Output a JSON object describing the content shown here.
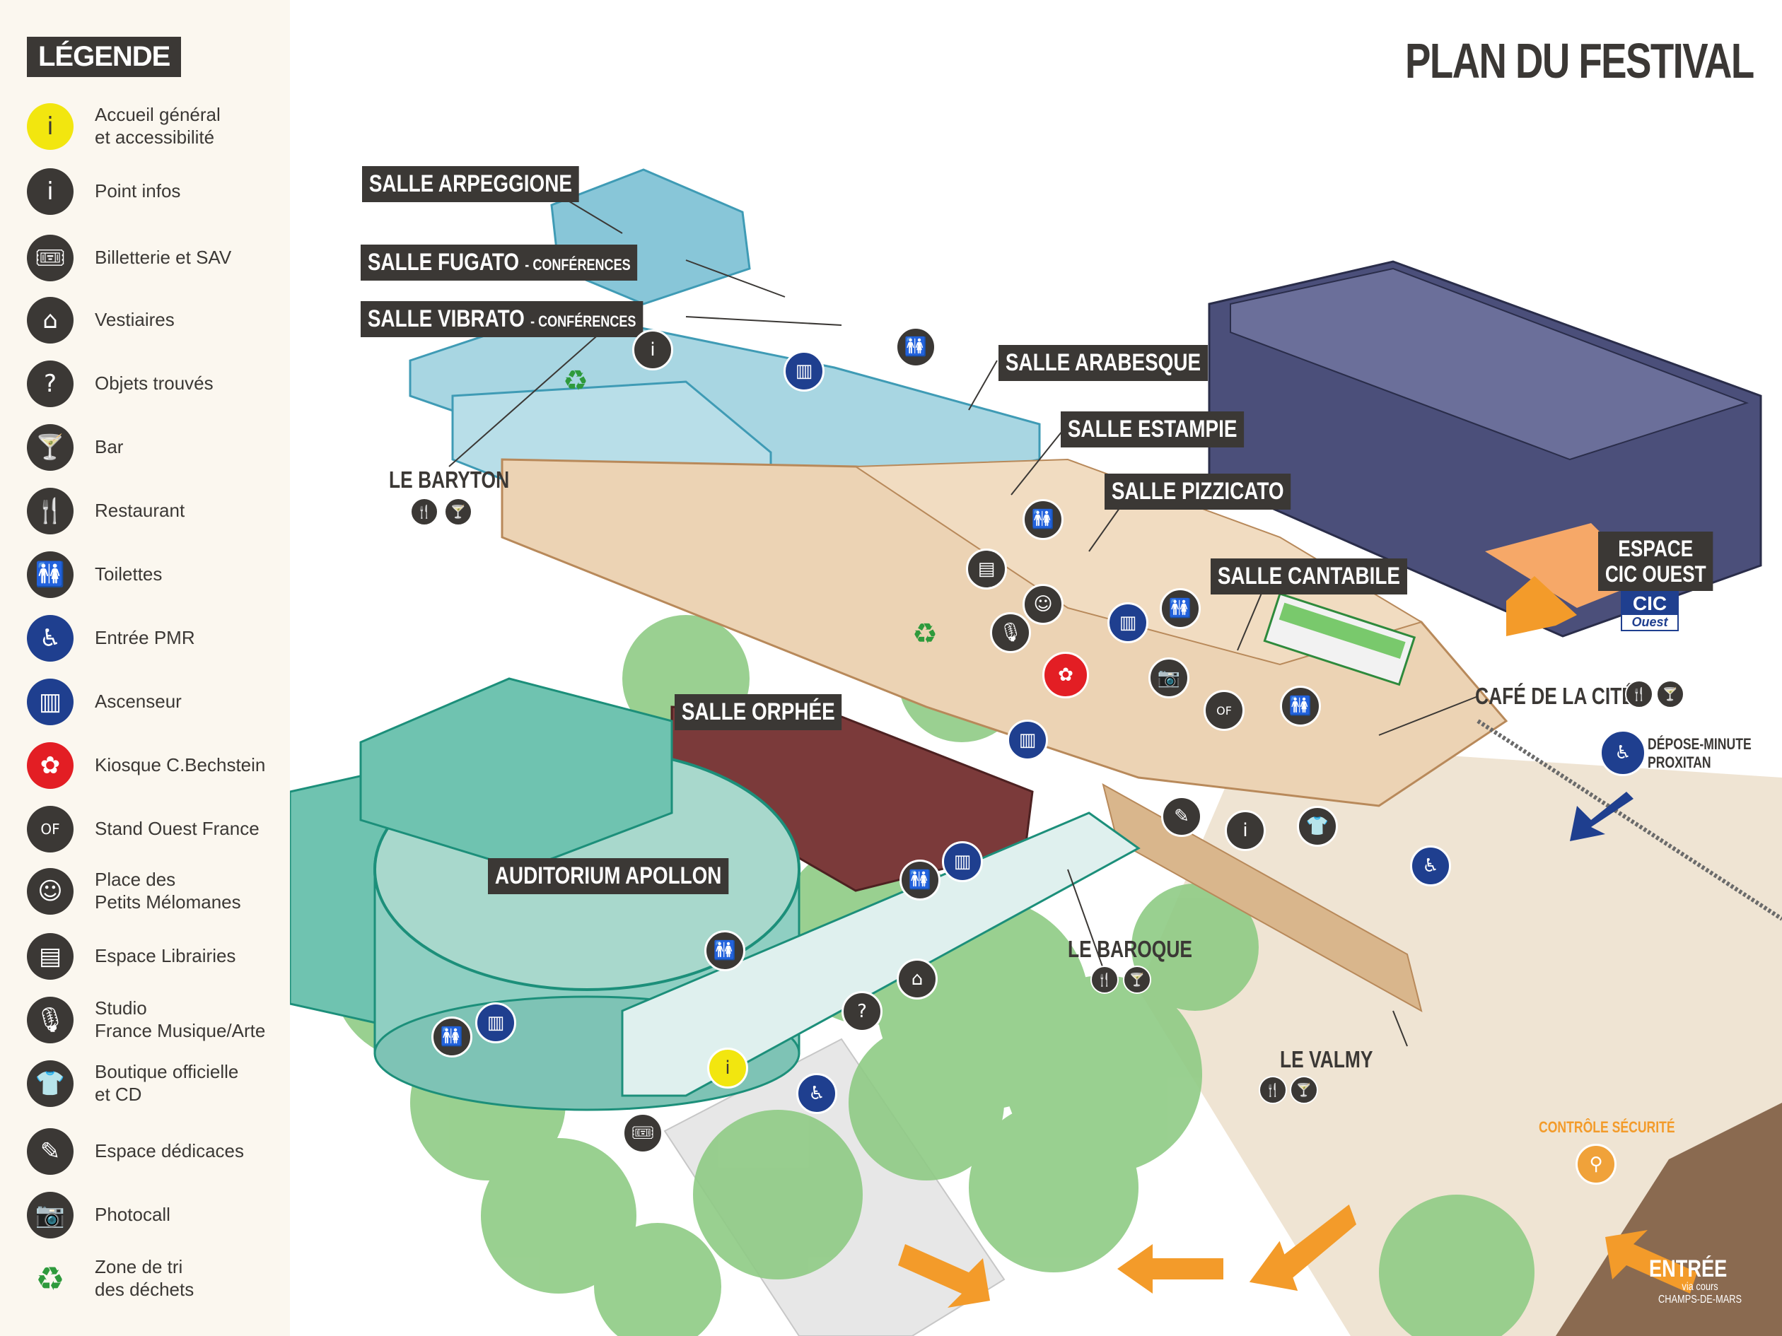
{
  "legend": {
    "title": "LÉGENDE",
    "items": [
      {
        "label1": "Accueil général",
        "label2": "et accessibilité",
        "icon": "info-icon",
        "glyph": "i",
        "color": "#f2e60f"
      },
      {
        "label1": "Point infos",
        "label2": "",
        "icon": "info-icon",
        "glyph": "i",
        "color": "#3b3835"
      },
      {
        "label1": "Billetterie et SAV",
        "label2": "",
        "icon": "ticket-icon",
        "glyph": "🎟",
        "color": "#3b3835"
      },
      {
        "label1": "Vestiaires",
        "label2": "",
        "icon": "hanger-icon",
        "glyph": "⌂",
        "color": "#3b3835"
      },
      {
        "label1": "Objets trouvés",
        "label2": "",
        "icon": "lost-box-icon",
        "glyph": "?",
        "color": "#3b3835"
      },
      {
        "label1": "Bar",
        "label2": "",
        "icon": "cocktail-icon",
        "glyph": "🍸",
        "color": "#3b3835"
      },
      {
        "label1": "Restaurant",
        "label2": "",
        "icon": "cutlery-icon",
        "glyph": "🍴",
        "color": "#3b3835"
      },
      {
        "label1": "Toilettes",
        "label2": "",
        "icon": "toilets-icon",
        "glyph": "🚻",
        "color": "#3b3835"
      },
      {
        "label1": "Entrée PMR",
        "label2": "",
        "icon": "wheelchair-icon",
        "glyph": "♿",
        "color": "#1f3f8f"
      },
      {
        "label1": "Ascenseur",
        "label2": "",
        "icon": "elevator-icon",
        "glyph": "▥",
        "color": "#1f3f8f"
      },
      {
        "label1": "Kiosque C.Bechstein",
        "label2": "",
        "icon": "kiosk-icon",
        "glyph": "✿",
        "color": "#e31e24"
      },
      {
        "label1": "Stand Ouest France",
        "label2": "",
        "icon": "ouest-france-icon",
        "glyph": "OF",
        "color": "#3b3835"
      },
      {
        "label1": "Place des",
        "label2": "Petits Mélomanes",
        "icon": "children-icon",
        "glyph": "☺",
        "color": "#3b3835"
      },
      {
        "label1": "Espace Librairies",
        "label2": "",
        "icon": "books-icon",
        "glyph": "▤",
        "color": "#3b3835"
      },
      {
        "label1": "Studio",
        "label2": "France Musique/Arte",
        "icon": "microphone-icon",
        "glyph": "🎙",
        "color": "#3b3835"
      },
      {
        "label1": "Boutique officielle",
        "label2": "et CD",
        "icon": "tshirt-icon",
        "glyph": "👕",
        "color": "#3b3835"
      },
      {
        "label1": "Espace dédicaces",
        "label2": "",
        "icon": "signing-icon",
        "glyph": "✎",
        "color": "#3b3835"
      },
      {
        "label1": "Photocall",
        "label2": "",
        "icon": "camera-icon",
        "glyph": "📷",
        "color": "#3b3835"
      },
      {
        "label1": "Zone de tri",
        "label2": "des déchets",
        "icon": "recycle-icon",
        "glyph": "♻",
        "color": "#2e9a3c"
      }
    ]
  },
  "map": {
    "title": "PLAN DU FESTIVAL",
    "rooms": {
      "arpeggione": "SALLE ARPEGGIONE",
      "fugato": "SALLE FUGATO",
      "fugato_sub": "- CONFÉRENCES",
      "vibrato": "SALLE VIBRATO",
      "vibrato_sub": "- CONFÉRENCES",
      "arabesque": "SALLE ARABESQUE",
      "estampie": "SALLE ESTAMPIE",
      "pizzicato": "SALLE PIZZICATO",
      "cantabile": "SALLE CANTABILE",
      "orphee": "SALLE ORPHÉE",
      "apollon": "AUDITORIUM APOLLON"
    },
    "places": {
      "baryton": "LE BARYTON",
      "baroque": "LE BAROQUE",
      "valmy": "LE VALMY",
      "cafe": "CAFÉ DE LA CITÉ",
      "cic_line1": "ESPACE",
      "cic_line2": "CIC OUEST",
      "cic_logo": "CIC",
      "cic_logo_sub": "Ouest",
      "depose_line1": "DÉPOSE-MINUTE",
      "depose_line2": "PROXITAN",
      "controle": "CONTRÔLE SÉCURITÉ",
      "entree": "ENTRÉE",
      "entree_sub1": "via cours",
      "entree_sub2": "CHAMPS-DE-MARS"
    },
    "colors": {
      "main_building": "#e8c9a3",
      "left_wing": "#9fcfdd",
      "auditorium": "#6fc3b0",
      "orphee": "#7b3a3a",
      "cic_building": "#4b4f7a",
      "trees": "#7ec27a",
      "arrow": "#f39b2a",
      "blue_arrow": "#1f3f8f"
    }
  }
}
